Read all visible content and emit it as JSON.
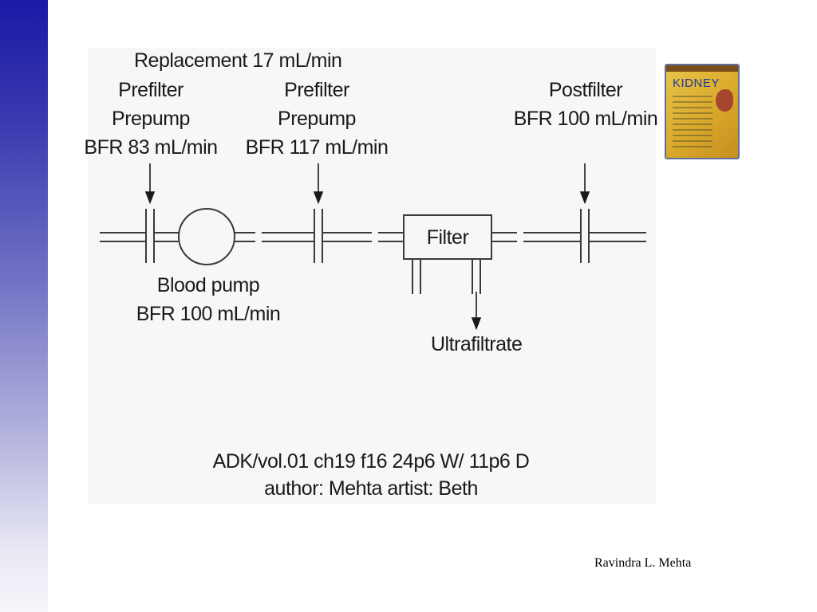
{
  "slide": {
    "sidebar_color_top": "#1a1aa6",
    "sidebar_color_bottom": "#f6f6fb",
    "signature": "Ravindra L. Mehta"
  },
  "diagram": {
    "replacement_label": "Replacement 17 mL/min",
    "prefilter_1": {
      "line1": "Prefilter",
      "line2": "Prepump",
      "line3": "BFR 83 mL/min"
    },
    "prefilter_2": {
      "line1": "Prefilter",
      "line2": "Prepump",
      "line3": "BFR 117 mL/min"
    },
    "postfilter": {
      "line1": "Postfilter",
      "line2": "BFR 100 mL/min"
    },
    "blood_pump": {
      "line1": "Blood pump",
      "line2": "BFR 100 mL/min"
    },
    "filter_label": "Filter",
    "ultrafiltrate_label": "Ultrafiltrate",
    "credit": {
      "line1": "ADK/vol.01  ch19  f16  24p6 W/ 11p6 D",
      "line2": "author: Mehta artist: Beth"
    }
  },
  "book_cover": {
    "title": "KIDNEY",
    "colors": {
      "cover": "#d9a92b",
      "title": "#1f3a9a",
      "border": "#5f6f9f"
    }
  }
}
